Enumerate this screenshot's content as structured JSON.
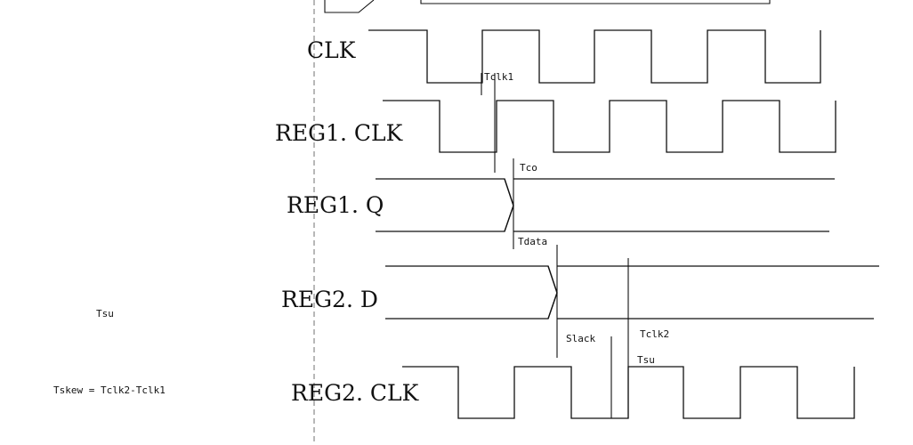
{
  "signals": {
    "clk": "CLK",
    "reg1_clk": "REG1. CLK",
    "reg1_q": "REG1. Q",
    "reg2_d": "REG2. D",
    "reg2_clk": "REG2. CLK"
  },
  "annotations": {
    "tclk1": "Tclk1",
    "tco": "Tco",
    "tdata": "Tdata",
    "slack": "Slack",
    "tclk2": "Tclk2",
    "tsu_wave": "Tsu",
    "tsu_left": "Tsu",
    "tskew": "Tskew = Tclk2-Tclk1"
  },
  "colors": {
    "ink": "#111111",
    "guide": "#888888",
    "background": "#ffffff"
  }
}
